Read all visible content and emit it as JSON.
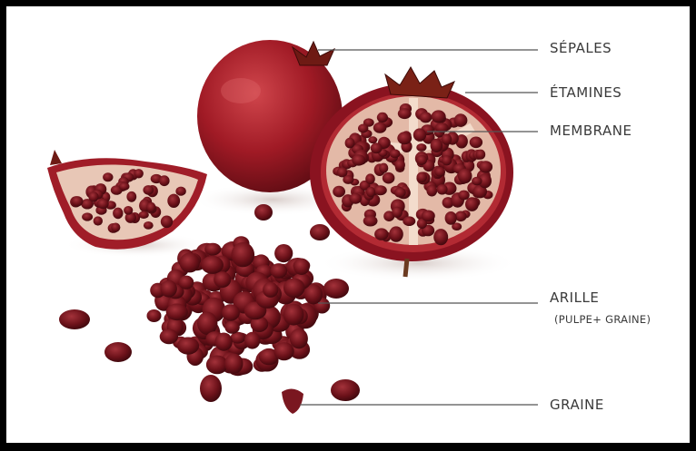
{
  "labels": {
    "sepales": "SÉPALES",
    "etamines": "ÉTAMINES",
    "membrane": "MEMBRANE",
    "arille": "ARILLE",
    "arille_detail": "(PULPE+ GRAINE)",
    "graine": "GRAINE"
  },
  "colors": {
    "fruit_skin": "#9e1522",
    "fruit_highlight": "#c8323b",
    "aril": "#5a0f16",
    "pith": "#e9c7b5",
    "leader_line": "#555555",
    "label_text": "#3a3a3a",
    "frame": "#000000"
  }
}
